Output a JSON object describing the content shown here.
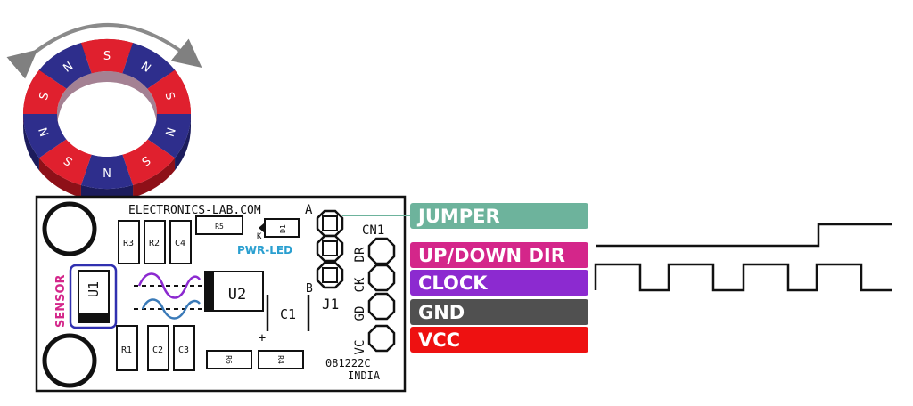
{
  "ring": {
    "north": "N",
    "south": "S",
    "colors": {
      "north": "#2e2e8c",
      "south": "#e0202e"
    }
  },
  "board": {
    "brand": "ELECTRONICS-LAB.COM",
    "jumper_a": "A",
    "jumper_b": "B",
    "jumper_k": "K",
    "jumper_name": "J1",
    "connector_name": "CN1",
    "pins": [
      "DR",
      "CK",
      "GD",
      "VC"
    ],
    "pwr_led": "PWR-LED",
    "sensor": "SENSOR",
    "code": "081222C",
    "country": "INDIA",
    "plus": "+",
    "parts": {
      "u1": "U1",
      "u2": "U2",
      "c1": "C1",
      "r1": "R1",
      "r2": "R2",
      "r3": "R3",
      "r4": "R4",
      "r5": "R5",
      "r6": "R6",
      "c2": "C2",
      "c3": "C3",
      "c4": "C4",
      "d1": "D1"
    }
  },
  "labels": [
    {
      "text": "JUMPER",
      "color": "#6db39c"
    },
    {
      "text": "UP/DOWN DIR",
      "color": "#d4268a"
    },
    {
      "text": "CLOCK",
      "color": "#8c2ad0"
    },
    {
      "text": "GND",
      "color": "#505050"
    },
    {
      "text": "VCC",
      "color": "#ee1111"
    }
  ],
  "colors": {
    "sensor": "#d4268a",
    "pwr_led": "#2a9fd0",
    "wave_top": "#8c2ad0",
    "wave_bottom": "#3a7ab8",
    "highlight": "#3030b0"
  }
}
